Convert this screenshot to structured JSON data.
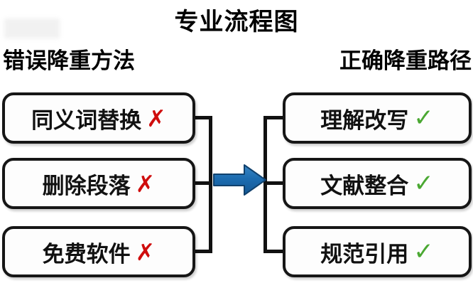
{
  "diagram": {
    "title": "专业流程图",
    "columns": {
      "left_header": "错误降重方法",
      "right_header": "正确降重路径"
    },
    "left_nodes": [
      {
        "label": "同义词替换",
        "mark": "✗",
        "mark_type": "cross-icon"
      },
      {
        "label": "删除段落",
        "mark": "✗",
        "mark_type": "cross-icon"
      },
      {
        "label": "免费软件",
        "mark": "✗",
        "mark_type": "cross-icon"
      }
    ],
    "right_nodes": [
      {
        "label": "理解改写",
        "mark": "✓",
        "mark_type": "check-icon"
      },
      {
        "label": "文献整合",
        "mark": "✓",
        "mark_type": "check-icon"
      },
      {
        "label": "规范引用",
        "mark": "✓",
        "mark_type": "check-icon"
      }
    ],
    "connector": {
      "arrow_direction": "right",
      "arrow_icon": "right-arrow-icon"
    },
    "colors": {
      "cross_red": "#cf0d0d",
      "check_green": "#4aa832",
      "arrow_blue": "#1c6cb0",
      "arrow_border": "#10416d",
      "line_black": "#111111",
      "box_border": "#161616",
      "box_fill": "#fdfdfd",
      "background": "#ffffff"
    }
  }
}
